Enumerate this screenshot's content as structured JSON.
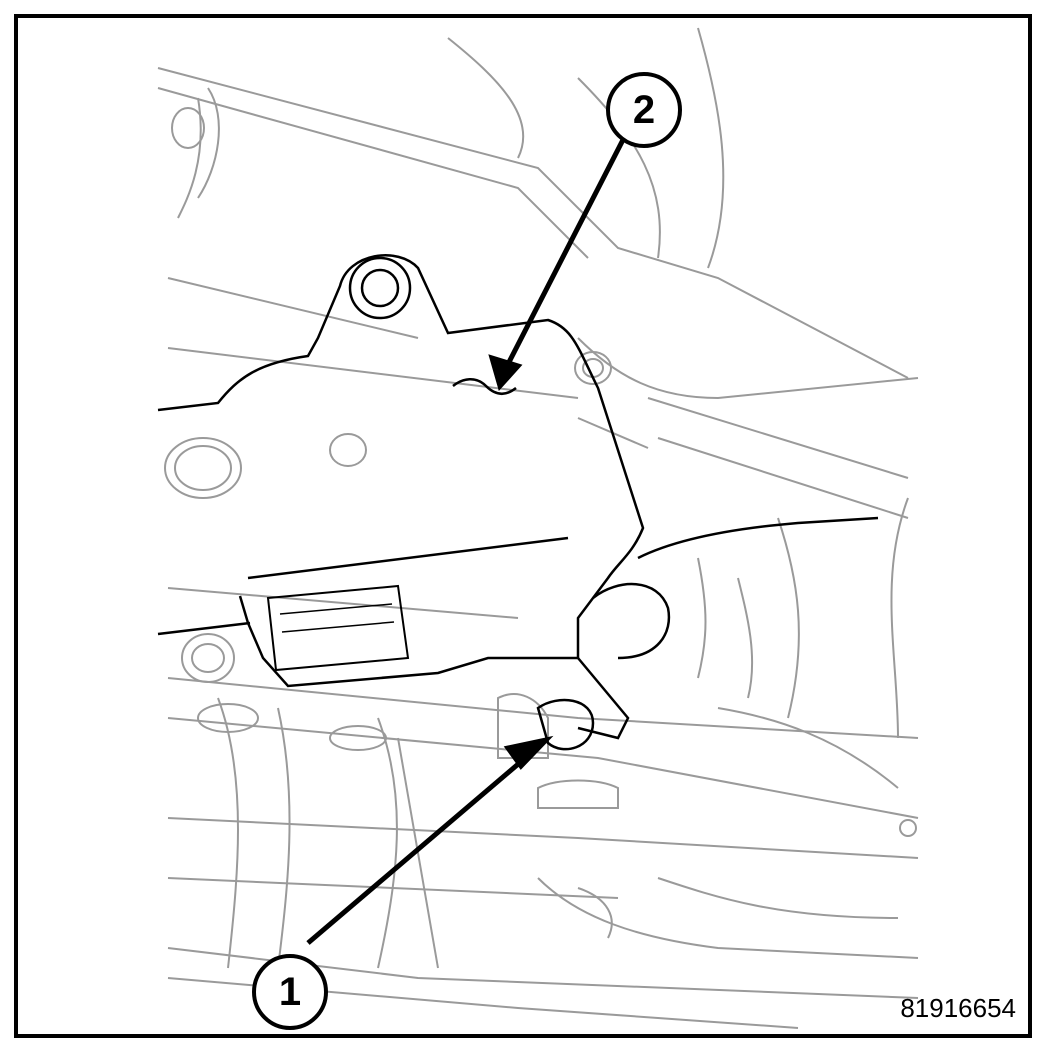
{
  "figure": {
    "id": "81916654",
    "callouts": [
      {
        "label": "1"
      },
      {
        "label": "2"
      }
    ]
  },
  "colors": {
    "line_light": "#9a9a9a",
    "line_dark": "#000000"
  }
}
